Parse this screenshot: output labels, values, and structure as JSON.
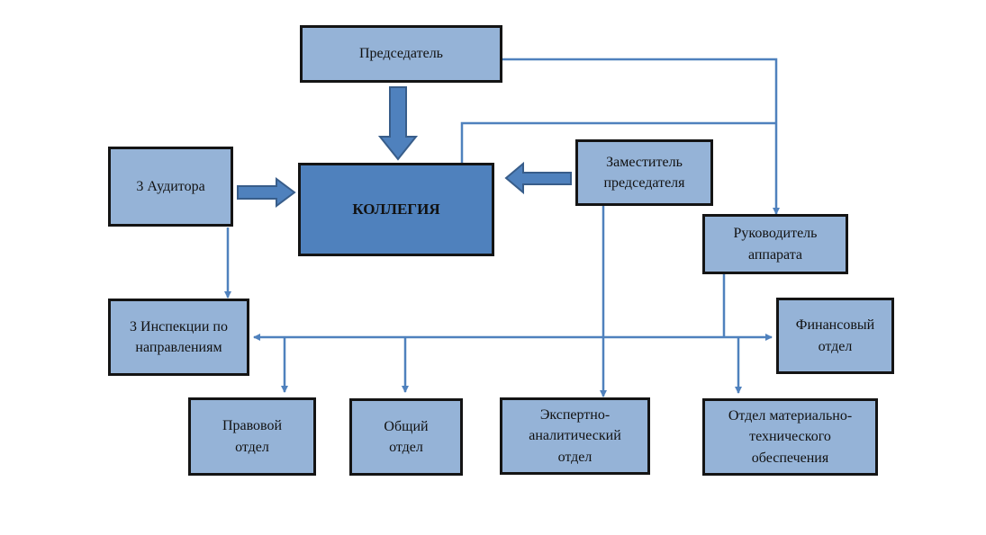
{
  "colors": {
    "box_fill": "#95b3d7",
    "main_fill": "#4f81bd",
    "border": "#141414",
    "connector": "#4f81bd"
  },
  "nodes": {
    "chairman": "Председатель",
    "collegium": "КОЛЛЕГИЯ",
    "auditors": "3 Аудитора",
    "deputy": "Заместитель\nпредседателя",
    "head_of_staff": "Руководитель\nаппарата",
    "inspections": "3 Инспекции по\nнаправлениям",
    "finance": "Финансовый\nотдел",
    "legal": "Правовой\nотдел",
    "general": "Общий\nотдел",
    "expert": "Экспертно-\nаналитический\nотдел",
    "logistics": "Отдел материально-\nтехнического\nобеспечения"
  },
  "edges": [
    {
      "from": "chairman",
      "to": "collegium",
      "style": "block-arrow"
    },
    {
      "from": "auditors",
      "to": "collegium",
      "style": "block-arrow"
    },
    {
      "from": "deputy",
      "to": "collegium",
      "style": "block-arrow"
    },
    {
      "from": "chairman",
      "to": "head_of_staff",
      "style": "line-arrow"
    },
    {
      "from": "collegium",
      "to": "head_of_staff",
      "style": "line"
    },
    {
      "from": "auditors",
      "to": "inspections",
      "style": "line-arrow"
    },
    {
      "from": "deputy",
      "to": "expert",
      "style": "line-arrow"
    },
    {
      "from": "head_of_staff",
      "to": "inspections",
      "style": "line-arrow"
    },
    {
      "from": "head_of_staff",
      "to": "finance",
      "style": "line-arrow"
    },
    {
      "from": "head_of_staff",
      "to": "legal",
      "style": "line-arrow"
    },
    {
      "from": "head_of_staff",
      "to": "general",
      "style": "line-arrow"
    },
    {
      "from": "head_of_staff",
      "to": "logistics",
      "style": "line-arrow"
    }
  ]
}
